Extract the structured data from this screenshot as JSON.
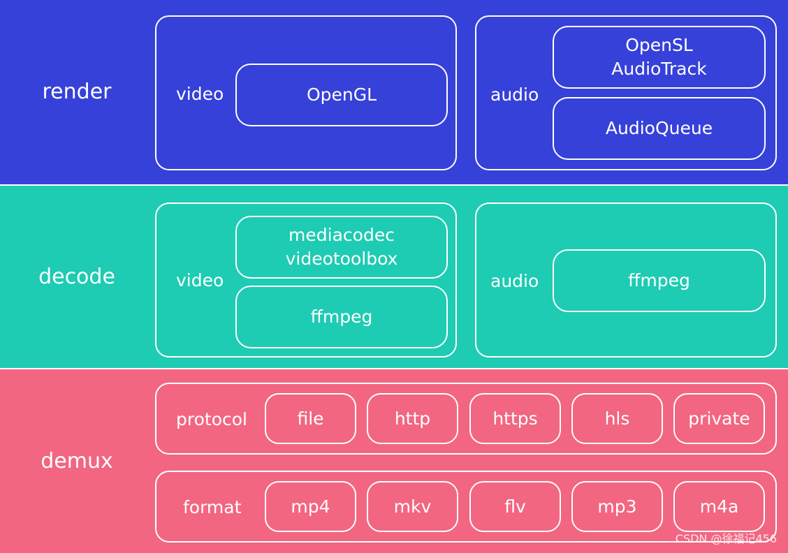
{
  "colors": {
    "render": "#3641D9",
    "decode": "#1ECBB3",
    "demux": "#F26681",
    "stroke": "#FFFFFF"
  },
  "render": {
    "label": "render",
    "video": {
      "label": "video",
      "items": [
        "OpenGL"
      ]
    },
    "audio": {
      "label": "audio",
      "items": [
        [
          "OpenSL",
          "AudioTrack"
        ],
        [
          "AudioQueue"
        ]
      ]
    }
  },
  "decode": {
    "label": "decode",
    "video": {
      "label": "video",
      "items": [
        [
          "mediacodec",
          "videotoolbox"
        ],
        [
          "ffmpeg"
        ]
      ]
    },
    "audio": {
      "label": "audio",
      "items": [
        "ffmpeg"
      ]
    }
  },
  "demux": {
    "label": "demux",
    "protocol": {
      "label": "protocol",
      "items": [
        "file",
        "http",
        "https",
        "hls",
        "private"
      ]
    },
    "format": {
      "label": "format",
      "items": [
        "mp4",
        "mkv",
        "flv",
        "mp3",
        "m4a"
      ]
    }
  },
  "watermark": "CSDN @徐福记456"
}
